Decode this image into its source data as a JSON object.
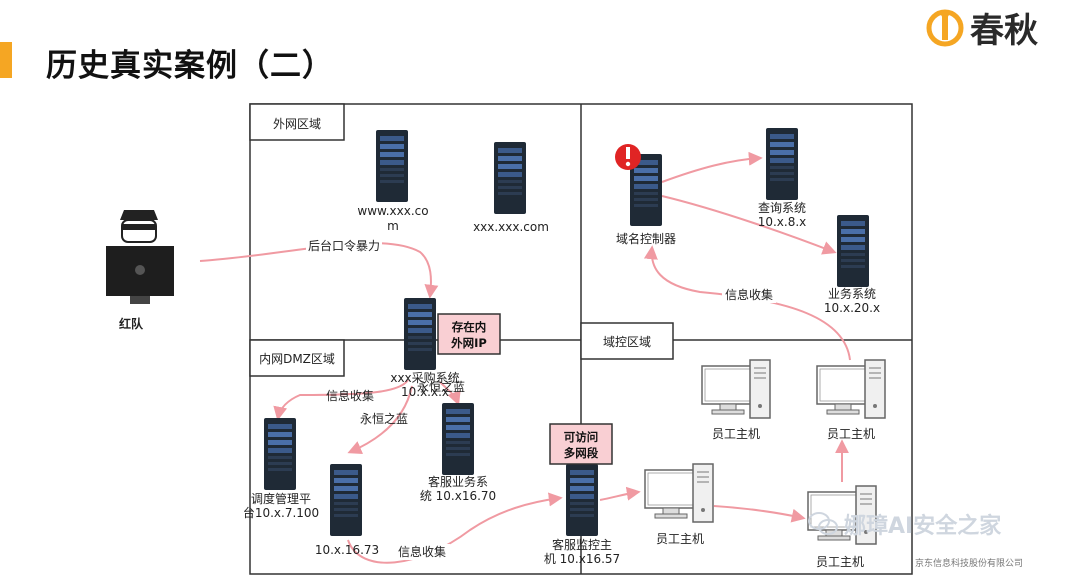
{
  "page_title": "历史真实案例（二）",
  "brand": {
    "name": "春秋",
    "accent": "#f5a623"
  },
  "watermark": "娜璋AI安全之家",
  "footer": "京东信息科技股份有限公司",
  "zones": {
    "external": "外网区域",
    "dmz": "内网DMZ区域",
    "domain_control": "域控区域"
  },
  "attacker": {
    "label": "红队"
  },
  "nodes": {
    "www": {
      "l1": "www.xxx.co",
      "l2": "m"
    },
    "xxx": {
      "l1": "xxx.xxx.com"
    },
    "procurement": {
      "l1": "xxx采购系统",
      "l2": "10.x.x.x"
    },
    "dispatch": {
      "l1": "调度管理平",
      "l2": "台10.x.7.100"
    },
    "cs_biz": {
      "l1": "客服业务系",
      "l2": "统 10.x16.70"
    },
    "host73": {
      "l1": "10.x.16.73"
    },
    "cs_monitor": {
      "l1": "客服监控主",
      "l2": "机 10.x16.57"
    },
    "dc": {
      "l1": "域名控制器"
    },
    "query": {
      "l1": "查询系统",
      "l2": "10.x.8.x"
    },
    "biz": {
      "l1": "业务系统",
      "l2": "10.x.20.x"
    },
    "emp1": {
      "l1": "员工主机"
    },
    "emp2": {
      "l1": "员工主机"
    },
    "emp3": {
      "l1": "员工主机"
    },
    "emp4": {
      "l1": "员工主机"
    }
  },
  "callouts": {
    "ip": {
      "l1": "存在内",
      "l2": "外网IP"
    },
    "net": {
      "l1": "可访问",
      "l2": "多网段"
    }
  },
  "edges": {
    "brute": "后台口令暴力",
    "eternal_blue_1": "永恒之蓝",
    "info1": "信息收集",
    "eternal_blue_2": "永恒之蓝",
    "info2": "信息收集",
    "info3": "信息收集"
  },
  "colors": {
    "edge": "#f09aa2",
    "callout_fill": "#f9cfd3",
    "server": "#1f2a36",
    "server_led": "#4a6fa8",
    "alert": "#e02424"
  }
}
